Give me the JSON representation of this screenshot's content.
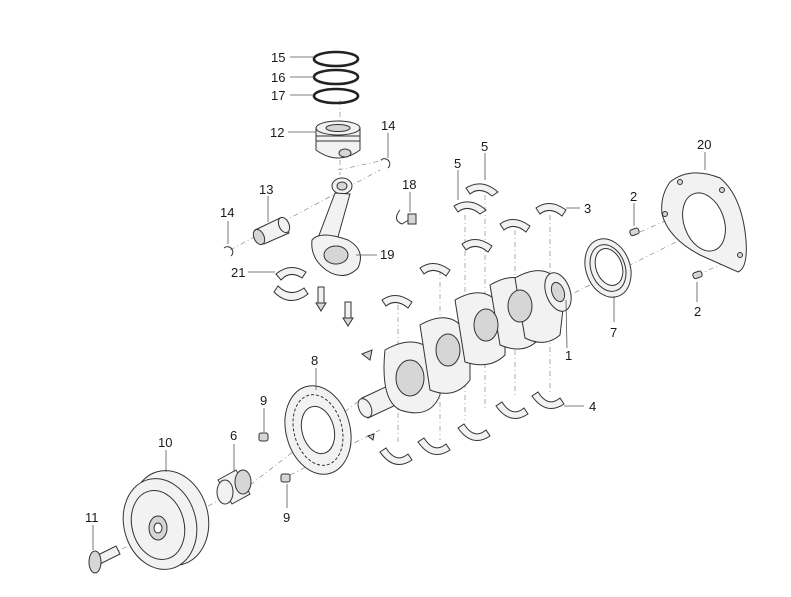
{
  "callouts": [
    {
      "id": "c15",
      "text": "15"
    },
    {
      "id": "c16",
      "text": "16"
    },
    {
      "id": "c17",
      "text": "17"
    },
    {
      "id": "c12",
      "text": "12"
    },
    {
      "id": "c14a",
      "text": "14"
    },
    {
      "id": "c14b",
      "text": "14"
    },
    {
      "id": "c13",
      "text": "13"
    },
    {
      "id": "c18",
      "text": "18"
    },
    {
      "id": "c19",
      "text": "19"
    },
    {
      "id": "c21",
      "text": "21"
    },
    {
      "id": "c5a",
      "text": "5"
    },
    {
      "id": "c5b",
      "text": "5"
    },
    {
      "id": "c3",
      "text": "3"
    },
    {
      "id": "c20",
      "text": "20"
    },
    {
      "id": "c2a",
      "text": "2"
    },
    {
      "id": "c2b",
      "text": "2"
    },
    {
      "id": "c7",
      "text": "7"
    },
    {
      "id": "c1",
      "text": "1"
    },
    {
      "id": "c4",
      "text": "4"
    },
    {
      "id": "c8",
      "text": "8"
    },
    {
      "id": "c9a",
      "text": "9"
    },
    {
      "id": "c9b",
      "text": "9"
    },
    {
      "id": "c6",
      "text": "6"
    },
    {
      "id": "c10",
      "text": "10"
    },
    {
      "id": "c11",
      "text": "11"
    }
  ]
}
